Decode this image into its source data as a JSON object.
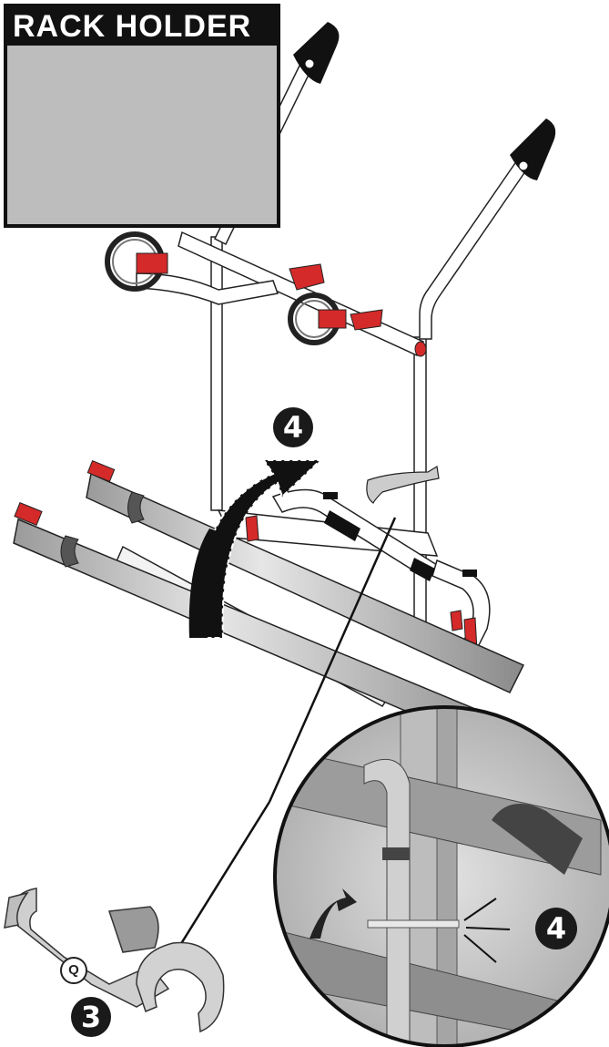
{
  "inset": {
    "title": "RACK HOLDER"
  },
  "labels": {
    "step_main": "4",
    "step_zoom": "4",
    "step_part": "3",
    "part_letter": "Q"
  },
  "colors": {
    "accent_red": "#d42a2a",
    "frame_black": "#111111",
    "tube_grey": "#cfcfcf",
    "photo_grey": "#b9b9b9"
  }
}
